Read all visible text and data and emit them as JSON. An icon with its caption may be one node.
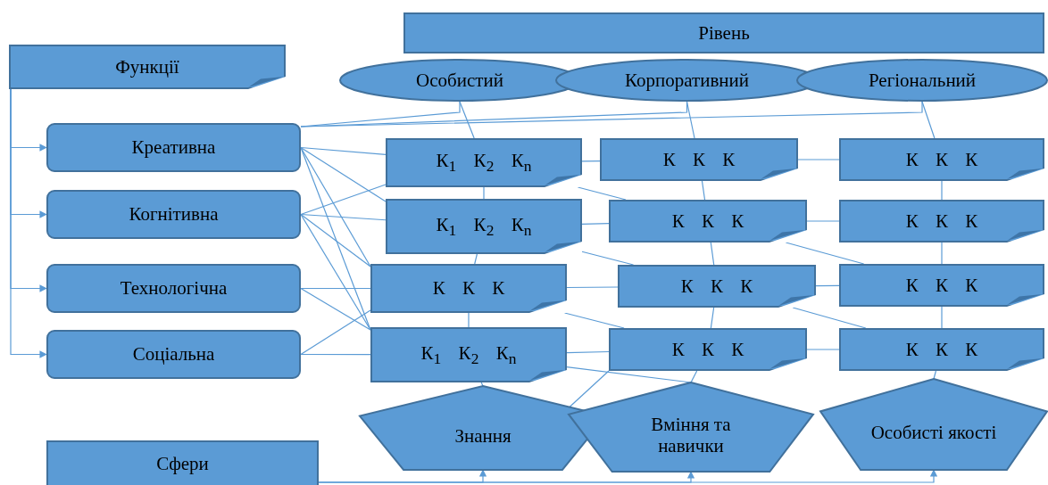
{
  "diagram": {
    "nodes": [
      {
        "text": [
          "Функції"
        ]
      },
      {
        "text": [
          "Креативна"
        ]
      },
      {
        "text": [
          "Когнітивна"
        ]
      },
      {
        "text": [
          "Технологічна"
        ]
      },
      {
        "text": [
          "Соціальна"
        ]
      },
      {
        "text": [
          "Рівень"
        ]
      },
      {
        "text": [
          "Особистий"
        ]
      },
      {
        "text": [
          "Корпоративний"
        ]
      },
      {
        "text": [
          "Регіональний"
        ]
      },
      {
        "text": [
          "К$_{1}$ К$_{2}$ К$_{n}$"
        ]
      },
      {
        "text": [
          "К К К"
        ]
      },
      {
        "text": [
          "К К К"
        ]
      },
      {
        "text": [
          "К$_{1}$ К$_{2}$ К$_{n}$"
        ]
      },
      {
        "text": [
          "К К К"
        ]
      },
      {
        "text": [
          "К К К"
        ]
      },
      {
        "text": [
          "К К К"
        ]
      },
      {
        "text": [
          "К К К"
        ]
      },
      {
        "text": [
          "К К К"
        ]
      },
      {
        "text": [
          "К$_{1}$ К$_{2}$ К$_{n}$"
        ]
      },
      {
        "text": [
          "К К К"
        ]
      },
      {
        "text": [
          "К К К"
        ]
      },
      {
        "text": [
          "Знання"
        ]
      },
      {
        "text": [
          "Вміння та навички"
        ]
      },
      {
        "text": [
          "Особисті якості"
        ]
      },
      {
        "text": [
          "Сфери"
        ]
      }
    ],
    "edges": [
      {
        "from": 0,
        "to": 1,
        "arrow": "to"
      },
      {
        "from": 0,
        "to": 2,
        "arrow": "to"
      },
      {
        "from": 0,
        "to": 3,
        "arrow": "to"
      },
      {
        "from": 0,
        "to": 4,
        "arrow": "to"
      },
      {
        "from": 24,
        "to": 21,
        "arrow": "to"
      },
      {
        "from": 24,
        "to": 22,
        "arrow": "to"
      },
      {
        "from": 24,
        "to": 23,
        "arrow": "to"
      },
      {
        "from": 1,
        "to": 6,
        "arrow": "none"
      },
      {
        "from": 1,
        "to": 7,
        "arrow": "none"
      },
      {
        "from": 1,
        "to": 8,
        "arrow": "none"
      },
      {
        "from": 1,
        "to": 9,
        "arrow": "none"
      },
      {
        "from": 1,
        "to": 12,
        "arrow": "none"
      },
      {
        "from": 1,
        "to": 15,
        "arrow": "none"
      },
      {
        "from": 1,
        "to": 18,
        "arrow": "none"
      },
      {
        "from": 2,
        "to": 12,
        "arrow": "none"
      },
      {
        "from": 2,
        "to": 15,
        "arrow": "none"
      },
      {
        "from": 2,
        "to": 18,
        "arrow": "none"
      },
      {
        "from": 3,
        "to": 15,
        "arrow": "none"
      },
      {
        "from": 3,
        "to": 18,
        "arrow": "none"
      },
      {
        "from": 2,
        "to": 9,
        "arrow": "none"
      },
      {
        "from": 4,
        "to": 18,
        "arrow": "none"
      },
      {
        "from": 4,
        "to": 15,
        "arrow": "none"
      },
      {
        "from": 6,
        "to": 9,
        "arrow": "none"
      },
      {
        "from": 7,
        "to": 10,
        "arrow": "none"
      },
      {
        "from": 8,
        "to": 11,
        "arrow": "none"
      },
      {
        "from": 9,
        "to": 10,
        "arrow": "none"
      },
      {
        "from": 10,
        "to": 11,
        "arrow": "none"
      },
      {
        "from": 12,
        "to": 13,
        "arrow": "none"
      },
      {
        "from": 13,
        "to": 14,
        "arrow": "none"
      },
      {
        "from": 15,
        "to": 16,
        "arrow": "none"
      },
      {
        "from": 16,
        "to": 17,
        "arrow": "none"
      },
      {
        "from": 18,
        "to": 19,
        "arrow": "none"
      },
      {
        "from": 19,
        "to": 20,
        "arrow": "none"
      },
      {
        "from": 9,
        "to": 12,
        "arrow": "none"
      },
      {
        "from": 12,
        "to": 15,
        "arrow": "none"
      },
      {
        "from": 15,
        "to": 18,
        "arrow": "none"
      },
      {
        "from": 10,
        "to": 13,
        "arrow": "none"
      },
      {
        "from": 13,
        "to": 16,
        "arrow": "none"
      },
      {
        "from": 16,
        "to": 19,
        "arrow": "none"
      },
      {
        "from": 11,
        "to": 14,
        "arrow": "none"
      },
      {
        "from": 14,
        "to": 17,
        "arrow": "none"
      },
      {
        "from": 17,
        "to": 20,
        "arrow": "none"
      },
      {
        "from": 9,
        "to": 13,
        "arrow": "none"
      },
      {
        "from": 12,
        "to": 16,
        "arrow": "none"
      },
      {
        "from": 15,
        "to": 19,
        "arrow": "none"
      },
      {
        "from": 13,
        "to": 17,
        "arrow": "none"
      },
      {
        "from": 16,
        "to": 20,
        "arrow": "none"
      },
      {
        "from": 18,
        "to": 21,
        "arrow": "none"
      },
      {
        "from": 19,
        "to": 22,
        "arrow": "none"
      },
      {
        "from": 20,
        "to": 23,
        "arrow": "none"
      },
      {
        "from": 18,
        "to": 22,
        "arrow": "none"
      },
      {
        "from": 19,
        "to": 21,
        "arrow": "none"
      }
    ]
  }
}
